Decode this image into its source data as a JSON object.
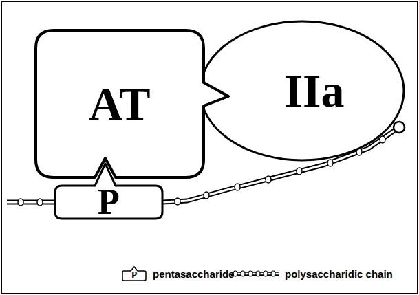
{
  "diagram": {
    "nodes": [
      {
        "text": [
          "AT"
        ]
      },
      {
        "text": [
          "IIa"
        ]
      },
      {
        "text": [
          "P"
        ]
      }
    ],
    "labels": [
      "P"
    ],
    "legend": [
      {
        "text": "pentasaccharide"
      },
      {
        "text": "polysaccharidic chain"
      }
    ]
  }
}
